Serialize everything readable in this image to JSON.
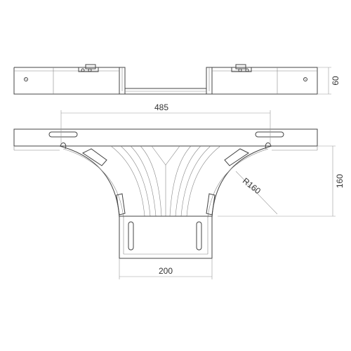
{
  "drawing": {
    "dims": {
      "height": "60",
      "width_span": "485",
      "leg_height": "160",
      "radius": "R160",
      "outlet_width": "200"
    }
  }
}
